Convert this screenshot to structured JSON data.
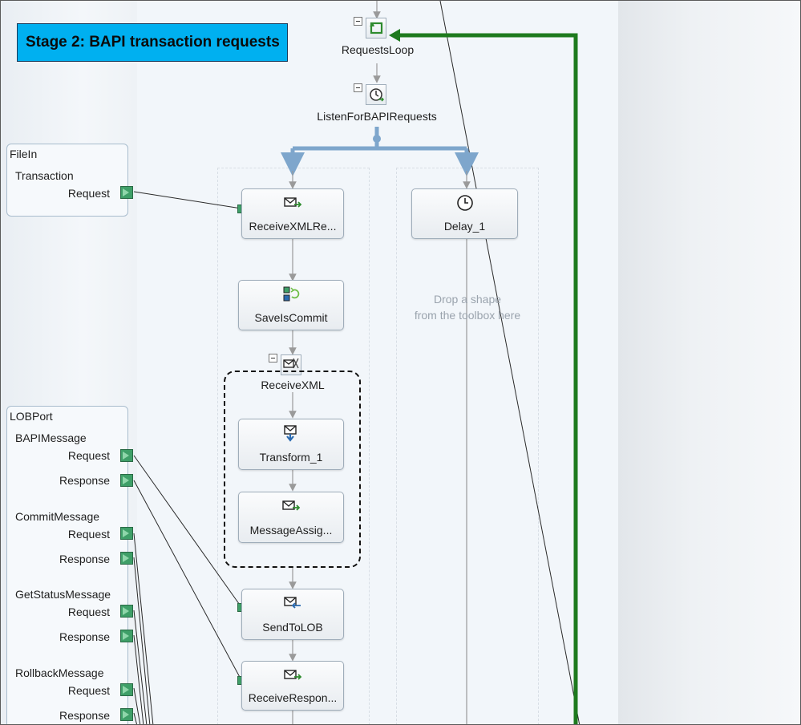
{
  "stage_title": "Stage 2: BAPI transaction requests",
  "loop": {
    "label": "RequestsLoop"
  },
  "listen": {
    "label": "ListenForBAPIRequests"
  },
  "ports": {
    "filein": {
      "title": "FileIn",
      "operations": [
        {
          "name": "Transaction",
          "messages": [
            "Request"
          ]
        }
      ]
    },
    "lobport": {
      "title": "LOBPort",
      "operations": [
        {
          "name": "BAPIMessage",
          "messages": [
            "Request",
            "Response"
          ]
        },
        {
          "name": "CommitMessage",
          "messages": [
            "Request",
            "Response"
          ]
        },
        {
          "name": "GetStatusMessage",
          "messages": [
            "Request",
            "Response"
          ]
        },
        {
          "name": "RollbackMessage",
          "messages": [
            "Request",
            "Response"
          ]
        }
      ]
    }
  },
  "branch_left": {
    "shapes": {
      "receive_xml_request": "ReceiveXMLRe...",
      "save_is_commit": "SaveIsCommit",
      "scope_label": "ReceiveXML",
      "transform": "Transform_1",
      "message_assign": "MessageAssig...",
      "send_to_lob": "SendToLOB",
      "receive_response": "ReceiveRespon..."
    }
  },
  "branch_right": {
    "delay": "Delay_1",
    "drop_hint_line1": "Drop a shape",
    "drop_hint_line2": "from the toolbox here"
  },
  "colors": {
    "title_box": "#00b0f0",
    "loop_arrow": "#1e7a1e",
    "listen_branch": "#7ea6cc",
    "port_connector": "#3f9f68"
  }
}
